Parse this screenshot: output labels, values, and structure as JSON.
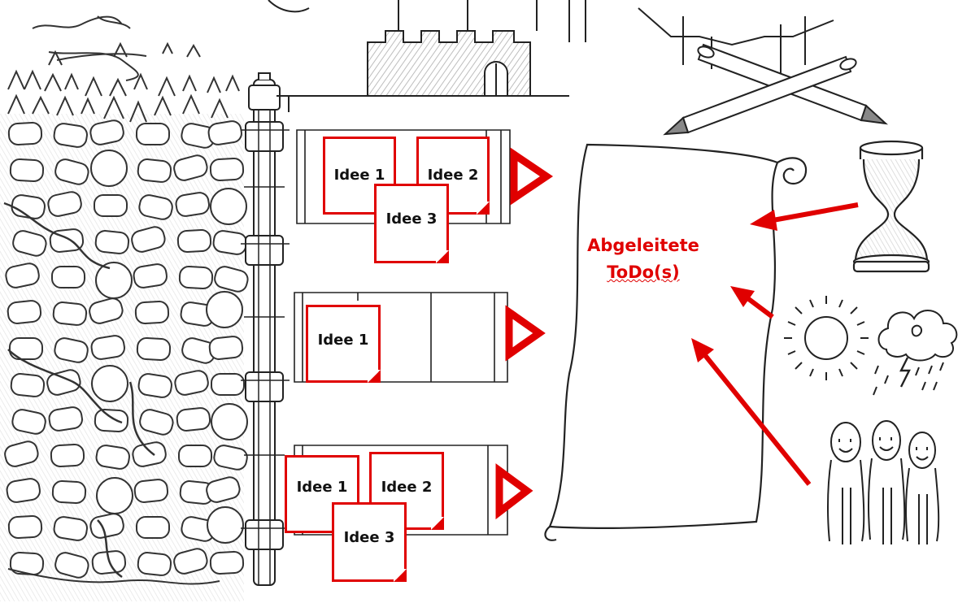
{
  "rows": [
    {
      "notes": [
        "Idee 1",
        "Idee 2",
        "Idee 3"
      ]
    },
    {
      "notes": [
        "Idee 1"
      ]
    },
    {
      "notes": [
        "Idee 1",
        "Idee 2",
        "Idee 3"
      ]
    }
  ],
  "scroll": {
    "line1": "Abgeleitete",
    "line2": "ToDo(s)"
  },
  "influences": [
    "hourglass-icon",
    "sun-icon",
    "storm-cloud-icon",
    "people-icon"
  ],
  "colors": {
    "accent": "#e00000",
    "sketch": "#333333"
  }
}
